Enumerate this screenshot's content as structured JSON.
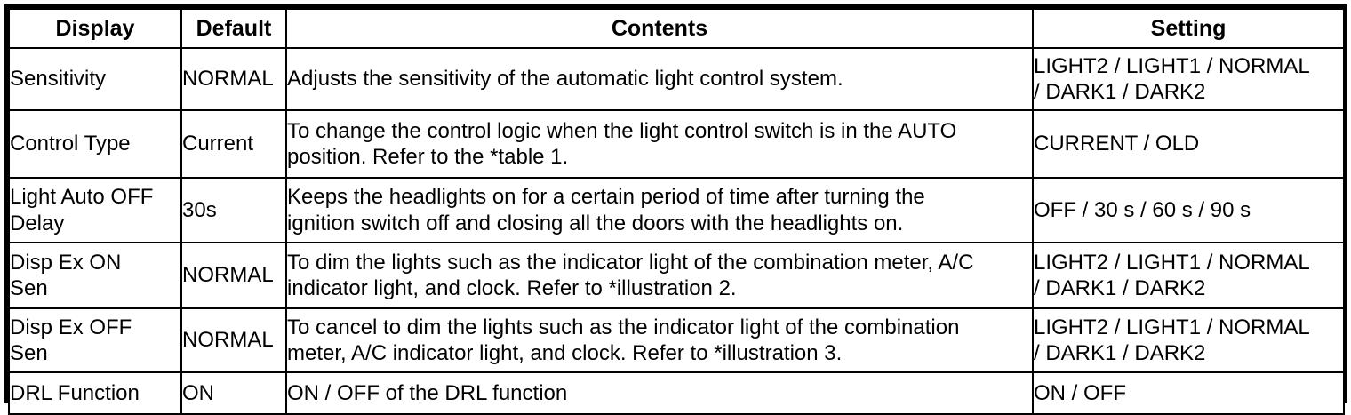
{
  "table": {
    "headers": {
      "display": "Display",
      "default": "Default",
      "contents": "Contents",
      "setting": "Setting"
    },
    "rows": [
      {
        "display": "Sensitivity",
        "default": "NORMAL",
        "contents_lines": [
          "Adjusts the sensitivity of the automatic light control system."
        ],
        "setting_lines": [
          "LIGHT2 / LIGHT1 / NORMAL",
          "/ DARK1 / DARK2"
        ]
      },
      {
        "display": "Control Type",
        "default": "Current",
        "contents_lines": [
          "To change the control logic when the light control switch is in the AUTO",
          "position. Refer to the *table 1."
        ],
        "setting_lines": [
          "CURRENT / OLD"
        ]
      },
      {
        "display_lines": [
          "Light Auto OFF",
          "Delay"
        ],
        "display": "Light Auto OFF Delay",
        "default": "30s",
        "contents_lines": [
          "Keeps the headlights on for a certain period of time after turning the",
          "ignition switch off and closing all the doors with the headlights on."
        ],
        "setting_lines": [
          "OFF / 30 s / 60 s / 90 s"
        ]
      },
      {
        "display_lines": [
          "Disp Ex ON",
          "Sen"
        ],
        "display": "Disp Ex ON Sen",
        "default": "NORMAL",
        "contents_lines": [
          "To dim the lights such as the indicator light of the combination meter, A/C",
          "indicator light, and clock. Refer to *illustration 2."
        ],
        "setting_lines": [
          "LIGHT2 / LIGHT1 / NORMAL",
          "/ DARK1 / DARK2"
        ]
      },
      {
        "display_lines": [
          "Disp Ex OFF",
          "Sen"
        ],
        "display": "Disp Ex OFF Sen",
        "default": "NORMAL",
        "contents_lines": [
          "To cancel to dim the lights such as the indicator light of the combination",
          "meter, A/C indicator light, and clock. Refer to *illustration 3."
        ],
        "setting_lines": [
          "LIGHT2 / LIGHT1 / NORMAL",
          "/ DARK1 / DARK2"
        ]
      },
      {
        "display": "DRL Function",
        "default": "ON",
        "contents_lines": [
          "ON / OFF of the DRL function"
        ],
        "setting_lines": [
          "ON / OFF"
        ]
      }
    ]
  },
  "colors": {
    "border": "#000000",
    "background": "#ffffff",
    "text": "#000000"
  }
}
